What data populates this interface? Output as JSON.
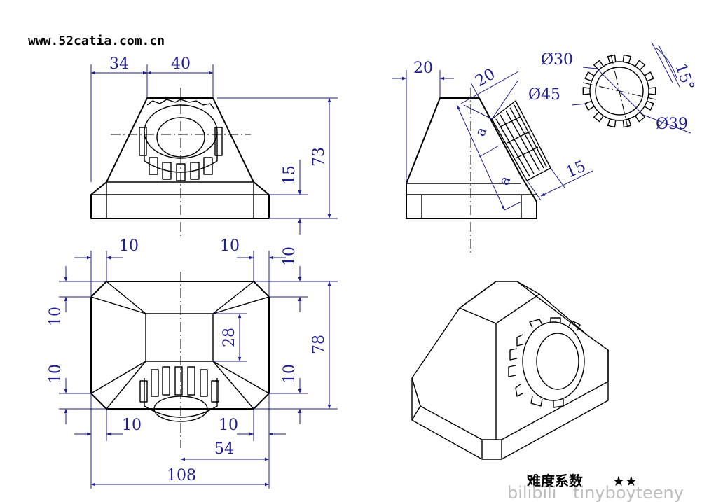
{
  "website": "www.52catia.com.cn",
  "rating": {
    "label": "难度系数",
    "stars": "★★"
  },
  "watermark": "tinyboyteeny",
  "front_view": {
    "dims": [
      "34",
      "40",
      "73",
      "15"
    ]
  },
  "side_view": {
    "dims": [
      "20",
      "20",
      "a",
      "a",
      "15"
    ]
  },
  "gear_detail": {
    "dims": [
      "Ø30",
      "Ø45",
      "Ø39",
      "15°"
    ]
  },
  "top_view": {
    "dims_top": [
      "10",
      "10"
    ],
    "dims_left": [
      "10",
      "10"
    ],
    "dims_right": [
      "10",
      "78",
      "10"
    ],
    "dim_center": "28",
    "dims_bottom": [
      "10",
      "10",
      "54",
      "108"
    ]
  }
}
